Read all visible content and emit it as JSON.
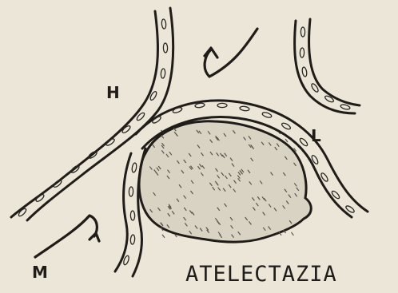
{
  "labels": {
    "h": "H",
    "l": "L",
    "m": "M"
  },
  "title": "ATELECTAZIA",
  "icons": [
    "alveolar-wall",
    "collapsed-alveolus",
    "flow-arrow"
  ],
  "colors": {
    "paper": "#ebe6d8",
    "ink": "#1f1c19"
  }
}
